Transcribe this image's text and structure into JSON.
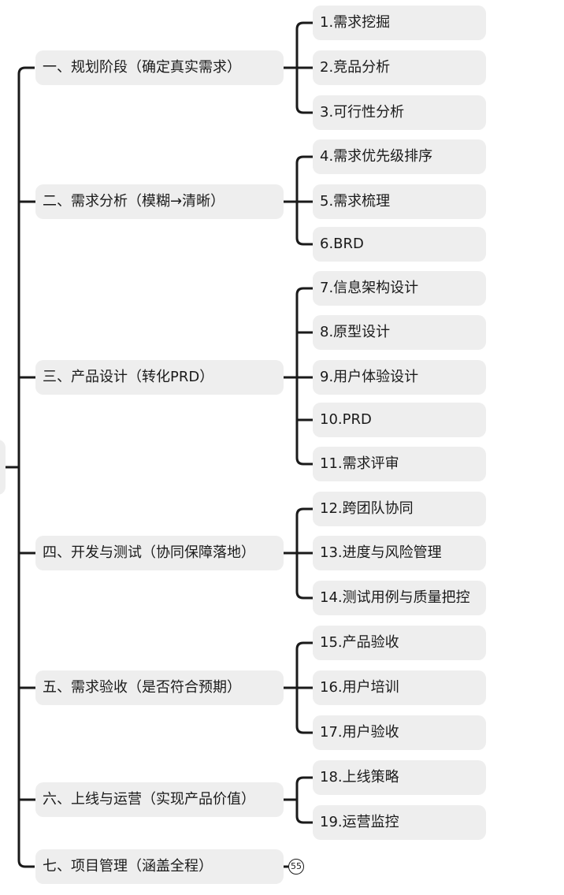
{
  "branches": [
    {
      "label": "一、规划阶段（确定真实需求）",
      "children": [
        "1.需求挖掘",
        "2.竞品分析",
        "3.可行性分析"
      ]
    },
    {
      "label": "二、需求分析（模糊→清晰）",
      "children": [
        "4.需求优先级排序",
        "5.需求梳理",
        "6.BRD"
      ]
    },
    {
      "label": "三、产品设计（转化PRD）",
      "children": [
        "7.信息架构设计",
        "8.原型设计",
        "9.用户体验设计",
        "10.PRD",
        "11.需求评审"
      ]
    },
    {
      "label": "四、开发与测试（协同保障落地）",
      "children": [
        "12.跨团队协同",
        "13.进度与风险管理",
        "14.测试用例与质量把控"
      ]
    },
    {
      "label": "五、需求验收（是否符合预期）",
      "children": [
        "15.产品验收",
        "16.用户培训",
        "17.用户验收"
      ]
    },
    {
      "label": "六、上线与运营（实现产品价值）",
      "children": [
        "18.上线策略",
        "19.运营监控"
      ]
    },
    {
      "label": "七、项目管理（涵盖全程）",
      "children": [],
      "collapsed_count": "55"
    }
  ],
  "colors": {
    "node_bg": "#eeeeee",
    "line": "#1a1a1a"
  }
}
